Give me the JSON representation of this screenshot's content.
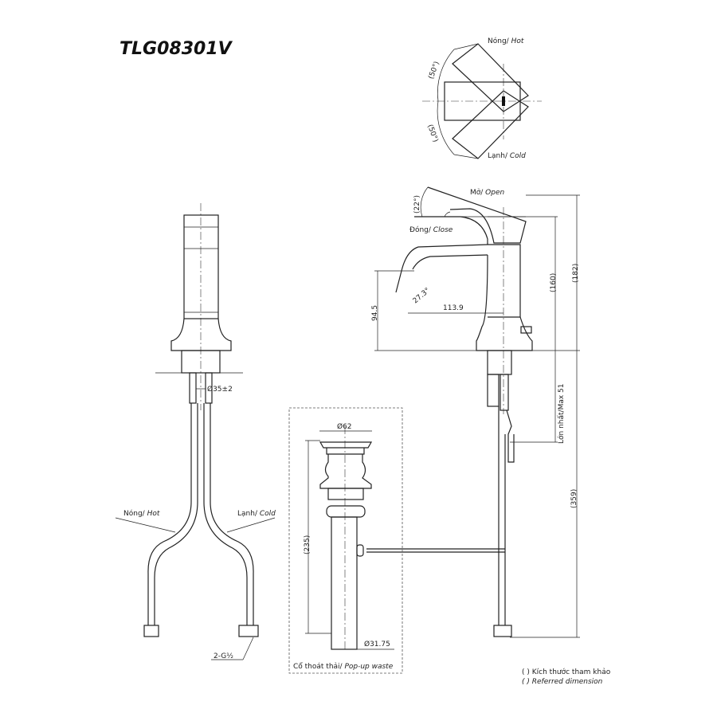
{
  "title": "TLG08301V",
  "top_view": {
    "angle_hot": "(50°)",
    "angle_cold": "(50°)",
    "hot_vi": "Nóng/ ",
    "hot_en": "Hot",
    "cold_vi": "Lạnh/ ",
    "cold_en": "Cold"
  },
  "side_view": {
    "lever_angle": "(22°)",
    "open_vi": "Mở/ ",
    "open_en": "Open",
    "close_vi": "Đóng/ ",
    "close_en": "Close",
    "spout_angle": "27.3°",
    "spout_height": "94.5",
    "spout_reach": "113.9",
    "body_height": "(160)",
    "total_height": "(182)",
    "max_thickness": "Lớn nhất/Max 51",
    "hose_length": "(359)"
  },
  "front_view": {
    "hole_diameter": "Ø35±2",
    "hot_vi": "Nóng/ ",
    "hot_en": "Hot",
    "cold_vi": "Lạnh/ ",
    "cold_en": "Cold",
    "thread": "2-G½"
  },
  "popup_waste": {
    "top_diameter": "Ø62",
    "length": "(235)",
    "pipe_diameter": "Ø31.75",
    "caption_vi": "Cổ thoát thải/ ",
    "caption_en": "Pop-up waste"
  },
  "legend": {
    "line1": "( ) Kích thước tham khảo",
    "line2": "( ) Referred dimension"
  }
}
